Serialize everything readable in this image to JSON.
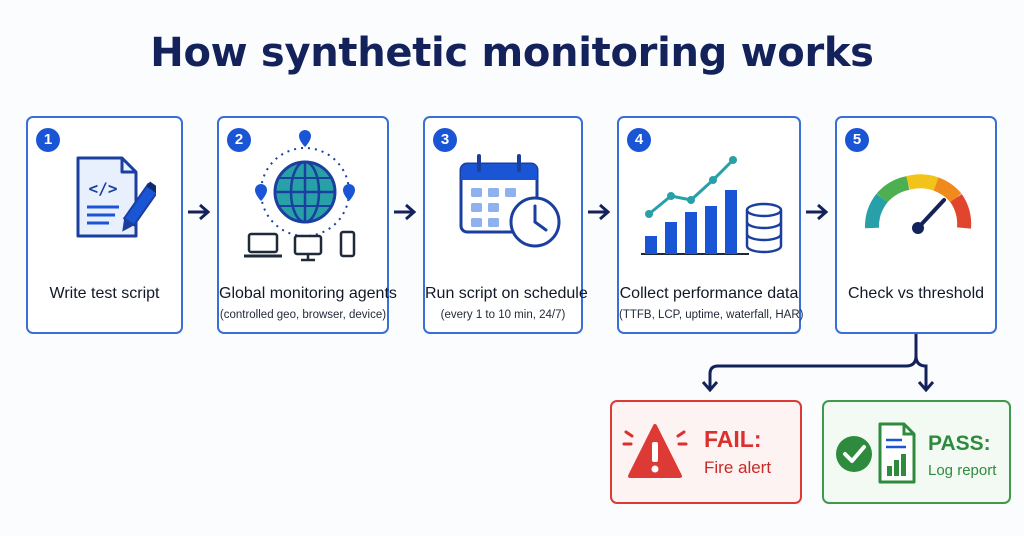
{
  "title": "How synthetic monitoring works",
  "steps": [
    {
      "number": "1",
      "label": "Write test script",
      "subtitle": "",
      "icon": "code-script-icon"
    },
    {
      "number": "2",
      "label": "Global  monitoring agents",
      "subtitle": "(controlled geo, browser, device)",
      "icon": "globe-devices-icon"
    },
    {
      "number": "3",
      "label": "Run script on schedule",
      "subtitle": "(every 1 to 10 min, 24/7)",
      "icon": "calendar-clock-icon"
    },
    {
      "number": "4",
      "label": "Collect performance data",
      "subtitle": "(TTFB, LCP, uptime, waterfall, HAR)",
      "icon": "bar-chart-database-icon"
    },
    {
      "number": "5",
      "label": "Check vs threshold",
      "subtitle": "",
      "icon": "gauge-icon"
    }
  ],
  "outcomes": {
    "fail": {
      "heading": "FAIL:",
      "text": "Fire alert",
      "icon": "warning-icon",
      "color": "#d9322e"
    },
    "pass": {
      "heading": "PASS:",
      "text": "Log report",
      "icon": "check-report-icon",
      "color": "#2e8b3e"
    }
  },
  "colors": {
    "accent": "#1a55d6",
    "border": "#3a6fd8",
    "title": "#13225a",
    "arrow": "#13225a"
  }
}
